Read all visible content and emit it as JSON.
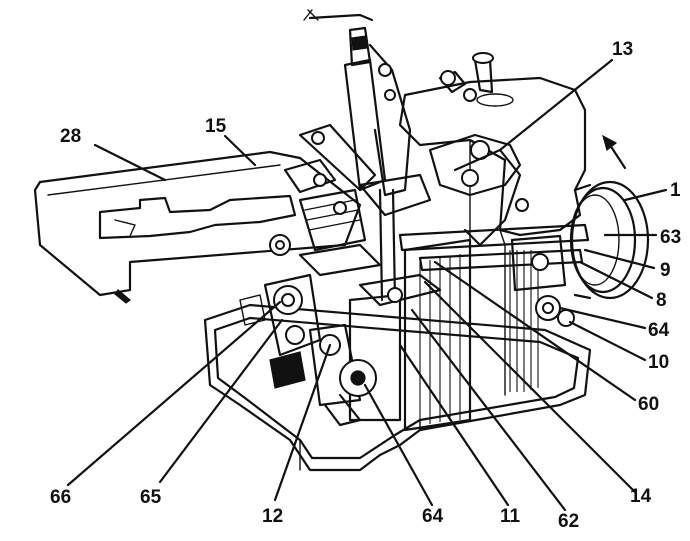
{
  "labels": {
    "l28": "28",
    "l15": "15",
    "l13": "13",
    "l1": "1",
    "l63": "63",
    "l9": "9",
    "l8": "8",
    "l64a": "64",
    "l10": "10",
    "l60": "60",
    "l14": "14",
    "l62": "62",
    "l11": "11",
    "l64b": "64",
    "l12": "12",
    "l65": "65",
    "l66": "66"
  }
}
